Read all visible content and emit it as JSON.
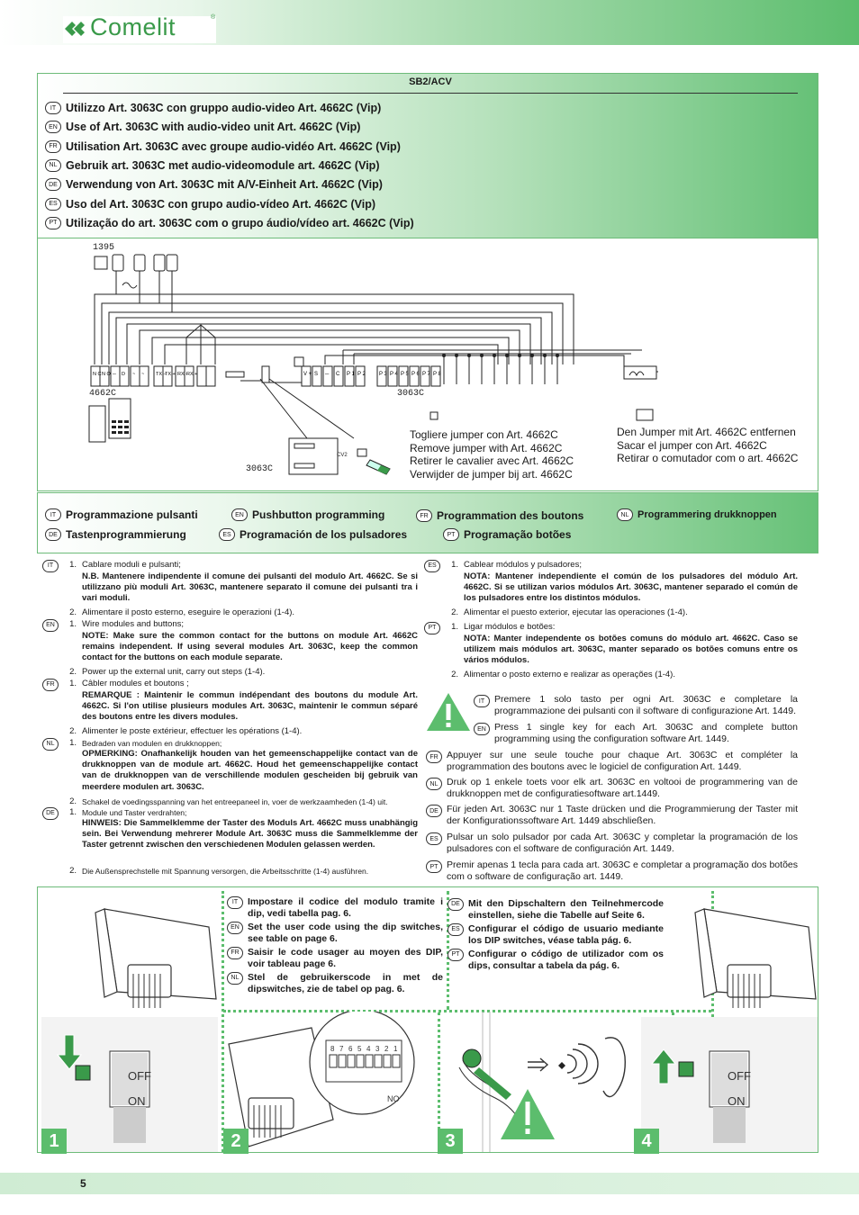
{
  "brand": {
    "name": "Comelit",
    "reg": "®"
  },
  "section": {
    "code": "SB2/ACV"
  },
  "titles": [
    {
      "lang": "IT",
      "text": "Utilizzo Art. 3063C con gruppo audio-video Art. 4662C (Vip)"
    },
    {
      "lang": "EN",
      "text": "Use of Art. 3063C with audio-video unit Art. 4662C (Vip)"
    },
    {
      "lang": "FR",
      "text": "Utilisation Art. 3063C avec groupe audio-vidéo Art. 4662C (Vip)"
    },
    {
      "lang": "NL",
      "text": "Gebruik art. 3063C met audio-videomodule art. 4662C (Vip)"
    },
    {
      "lang": "DE",
      "text": "Verwendung von Art. 3063C mit A/V-Einheit Art. 4662C (Vip)"
    },
    {
      "lang": "ES",
      "text": "Uso del Art. 3063C con grupo audio-vídeo Art. 4662C (Vip)"
    },
    {
      "lang": "PT",
      "text": "Utilização do art. 3063C com o grupo áudio/vídeo art. 4662C (Vip)"
    }
  ],
  "diagram": {
    "label_1395": "1395",
    "label_4662c": "4662C",
    "label_3063c_a": "3063C",
    "label_3063c_b": "3063C",
    "label_cv2": "CV2",
    "terminals_4662": [
      "N C",
      "N O",
      "─",
      "D",
      "~",
      "~",
      "TX −",
      "TX +",
      "RX −",
      "RX +"
    ],
    "terminals_3063": [
      "V +",
      "S",
      "─",
      "C",
      "P 1",
      "P 2",
      "P 3",
      "P 4",
      "P 5",
      "P 6",
      "P 7",
      "P 8"
    ],
    "remove_jumper": [
      "Togliere jumper con Art. 4662C",
      "Remove jumper with Art. 4662C",
      "Retirer le cavalier avec Art. 4662C",
      "Verwijder de jumper bij art. 4662C"
    ],
    "remove_jumper_2": [
      "Den Jumper mit Art. 4662C entfernen",
      "Sacar el jumper con Art. 4662C",
      "Retirar o comutador com o art. 4662C"
    ]
  },
  "prog_headers": [
    {
      "lang": "IT",
      "text": "Programmazione pulsanti"
    },
    {
      "lang": "EN",
      "text": "Pushbutton programming"
    },
    {
      "lang": "FR",
      "text": "Programmation des boutons"
    },
    {
      "lang": "NL",
      "text": "Programmering drukknoppen"
    },
    {
      "lang": "DE",
      "text": "Tastenprogrammierung"
    },
    {
      "lang": "ES",
      "text": "Programación de los pulsadores"
    },
    {
      "lang": "PT",
      "text": "Programação botões"
    }
  ],
  "instructions_left": {
    "it_1": "Cablare moduli e pulsanti;",
    "it_note": "N.B. Mantenere indipendente il comune dei pulsanti del modulo Art. 4662C. Se si utilizzano più moduli Art. 3063C, mantenere separato il comune dei pulsanti tra i vari moduli.",
    "it_2": "Alimentare il posto esterno, eseguire le operazioni (1-4).",
    "en_1": "Wire modules and buttons;",
    "en_note": "NOTE: Make sure the common contact for the buttons on module Art. 4662C remains independent. If using several modules Art. 3063C, keep the common contact for the buttons on each module separate.",
    "en_2": "Power up the external unit, carry out steps (1-4).",
    "fr_1": "Câbler modules et boutons ;",
    "fr_note": "REMARQUE : Maintenir le commun indépendant des boutons du module Art. 4662C. Si l'on utilise plusieurs modules Art. 3063C, maintenir le commun séparé des boutons entre les divers modules.",
    "fr_2": "Alimenter le poste extérieur, effectuer les opérations (1-4).",
    "nl_1": "Bedraden van modulen en drukknoppen;",
    "nl_note": "OPMERKING: Onafhankelijk houden van het gemeenschappelijke contact van de drukknoppen van de module art. 4662C. Houd het gemeenschappelijke contact van de drukknoppen van de verschillende modulen gescheiden bij gebruik van meerdere modulen art. 3063C.",
    "nl_2": "Schakel de voedingsspanning van het entreepaneel in, voer de werkzaamheden (1-4) uit.",
    "de_1": "Module und Taster verdrahten;",
    "de_note": "HINWEIS: Die Sammelklemme der Taster des Moduls Art. 4662C muss unabhängig sein. Bei Verwendung mehrerer Module Art. 3063C muss die Sammelklemme der Taster getrennt zwischen den verschiedenen Modulen gelassen werden.",
    "de_2": "Die Außensprechstelle mit Spannung versorgen, die Arbeitsschritte (1-4) ausführen."
  },
  "instructions_right": {
    "es_1": "Cablear módulos y pulsadores;",
    "es_note": "NOTA: Mantener independiente el común de los pulsadores del módulo Art. 4662C. Si se utilizan varios módulos Art. 3063C, mantener separado el común de los pulsadores entre los distintos módulos.",
    "es_2": "Alimentar el puesto exterior, ejecutar las operaciones (1-4).",
    "pt_1": "Ligar módulos e botões:",
    "pt_note": "NOTA: Manter independente os botões comuns do módulo art. 4662C. Caso se utilizem mais módulos art. 3063C, manter separado os botões comuns entre os vários módulos.",
    "pt_2": "Alimentar o posto externo e realizar as operações (1-4)."
  },
  "warnings": [
    {
      "lang": "IT",
      "text": "Premere 1 solo tasto per ogni Art. 3063C e completare la programmazione dei pulsanti con il software di configurazione Art. 1449."
    },
    {
      "lang": "EN",
      "text": "Press 1 single key for each Art. 3063C and complete button programming using the configuration software Art. 1449."
    },
    {
      "lang": "FR",
      "text": "Appuyer sur une seule touche pour chaque Art. 3063C et compléter la programmation des boutons avec le logiciel de configuration Art. 1449."
    },
    {
      "lang": "NL",
      "text": "Druk op 1 enkele toets voor elk art. 3063C en voltooi de programmering van de drukknoppen met de configuratiesoftware art.1449."
    },
    {
      "lang": "DE",
      "text": "Für jeden Art. 3063C nur 1 Taste drücken und die Programmierung der Taster mit der Konfigurationssoftware Art. 1449 abschließen."
    },
    {
      "lang": "ES",
      "text": "Pulsar un solo pulsador por cada Art. 3063C y completar la programación de los pulsadores con el software de configuración Art. 1449."
    },
    {
      "lang": "PT",
      "text": "Premir apenas 1 tecla para cada art. 3063C e completar a programação dos botões com o software de configuração art. 1449."
    }
  ],
  "step_texts_a": [
    {
      "lang": "IT",
      "text": "Impostare il codice del modulo tramite i dip, vedi tabella pag. 6."
    },
    {
      "lang": "EN",
      "text": "Set the user code using the dip switches, see table on page 6."
    },
    {
      "lang": "FR",
      "text": "Saisir le code usager au moyen des DIP, voir tableau page 6."
    },
    {
      "lang": "NL",
      "text": "Stel de gebruikerscode in met de dipswitches, zie de tabel op pag. 6."
    }
  ],
  "step_texts_b": [
    {
      "lang": "DE",
      "text": "Mit den Dipschaltern den Teilnehmercode einstellen, siehe die Tabelle auf Seite 6."
    },
    {
      "lang": "ES",
      "text": "Configurar el código de usuario mediante los DIP switches, véase tabla pág. 6."
    },
    {
      "lang": "PT",
      "text": "Configurar o código de utilizador com os dips, consultar a tabela da pág. 6."
    }
  ],
  "switch_labels": {
    "off": "OFF",
    "on": "ON",
    "no": "NO"
  },
  "dip_numbers": [
    "8",
    "7",
    "6",
    "5",
    "4",
    "3",
    "2",
    "1"
  ],
  "steps": [
    "1",
    "2",
    "3",
    "4"
  ],
  "page": {
    "number": "5"
  },
  "colors": {
    "accent": "#5cbd6d",
    "border": "#6dbb79"
  }
}
